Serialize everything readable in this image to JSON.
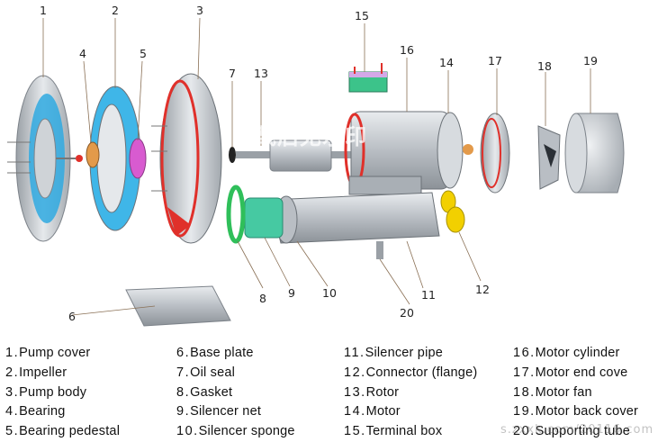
{
  "callouts": [
    "1",
    "2",
    "3",
    "4",
    "5",
    "6",
    "7",
    "8",
    "9",
    "10",
    "11",
    "12",
    "13",
    "14",
    "15",
    "16",
    "17",
    "18",
    "19",
    "20"
  ],
  "legend": [
    {
      "n": "1.",
      "label": "Pump cover"
    },
    {
      "n": "2.",
      "label": "Impeller"
    },
    {
      "n": "3.",
      "label": "Pump body"
    },
    {
      "n": "4.",
      "label": "Bearing"
    },
    {
      "n": "5.",
      "label": "Bearing pedestal"
    },
    {
      "n": "6.",
      "label": "Base plate"
    },
    {
      "n": "7.",
      "label": "Oil seal"
    },
    {
      "n": "8.",
      "label": "Gasket"
    },
    {
      "n": "9.",
      "label": "Silencer net"
    },
    {
      "n": "10.",
      "label": "Silencer sponge"
    },
    {
      "n": "11.",
      "label": "Silencer pipe"
    },
    {
      "n": "12.",
      "label": "Connector (flange)"
    },
    {
      "n": "13.",
      "label": "Rotor"
    },
    {
      "n": "14.",
      "label": "Motor"
    },
    {
      "n": "15.",
      "label": "Terminal box"
    },
    {
      "n": "16.",
      "label": "Motor cylinder"
    },
    {
      "n": "17.",
      "label": "Motor end cove"
    },
    {
      "n": "18.",
      "label": "Motor fan"
    },
    {
      "n": "19.",
      "label": "Motor back cover"
    },
    {
      "n": "20.",
      "label": "Supporting tube"
    }
  ],
  "watermark": "下载后无水印",
  "watermark_url": "s.zxxk.com/20116.com",
  "colors": {
    "metal": "#c9cdd2",
    "blue": "#3fb6e8",
    "red": "#e0302a",
    "green": "#2fbf5a",
    "yellow": "#f2d000",
    "pink": "#d85bd0"
  }
}
